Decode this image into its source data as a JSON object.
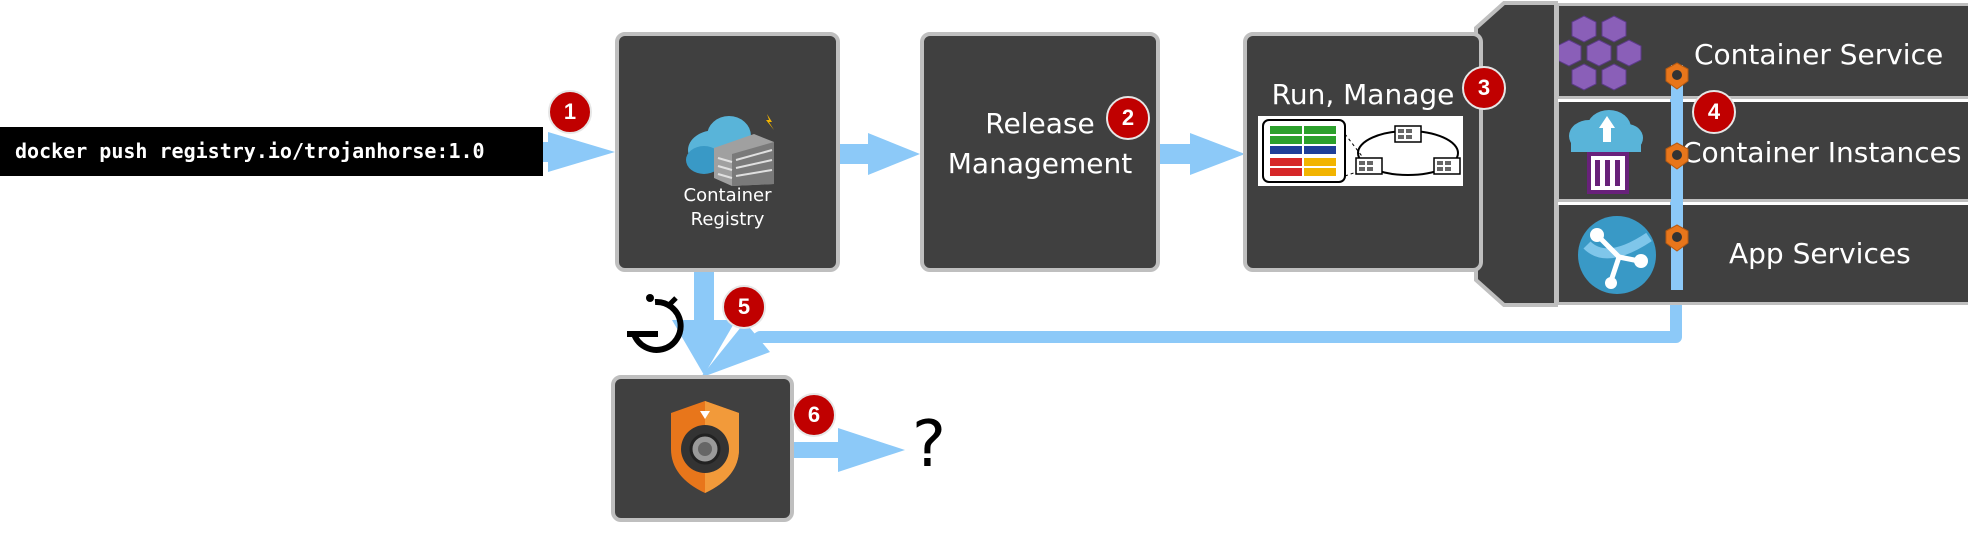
{
  "command": "docker push registry.io/trojanhorse:1.0",
  "registry": {
    "label_line1": "Container",
    "label_line2": "Registry"
  },
  "release": {
    "label_line1": "Release",
    "label_line2": "Management"
  },
  "run": {
    "label": "Run, Manage"
  },
  "services": [
    {
      "label": "Container Service"
    },
    {
      "label": "Container Instances"
    },
    {
      "label": "App Services"
    }
  ],
  "badges": [
    "1",
    "2",
    "3",
    "4",
    "5",
    "6"
  ],
  "question": "?",
  "colors": {
    "arrow": "#8cc9f8",
    "box": "#404040",
    "box_border": "#bfbfbf",
    "badge": "#c00000",
    "shield": "#e8761b"
  },
  "icons": [
    "cloud-registry-icon",
    "kanban-cluster-icon",
    "kubernetes-cluster-icon",
    "container-instances-icon",
    "app-services-icon",
    "timer-icon",
    "security-shield-icon"
  ]
}
